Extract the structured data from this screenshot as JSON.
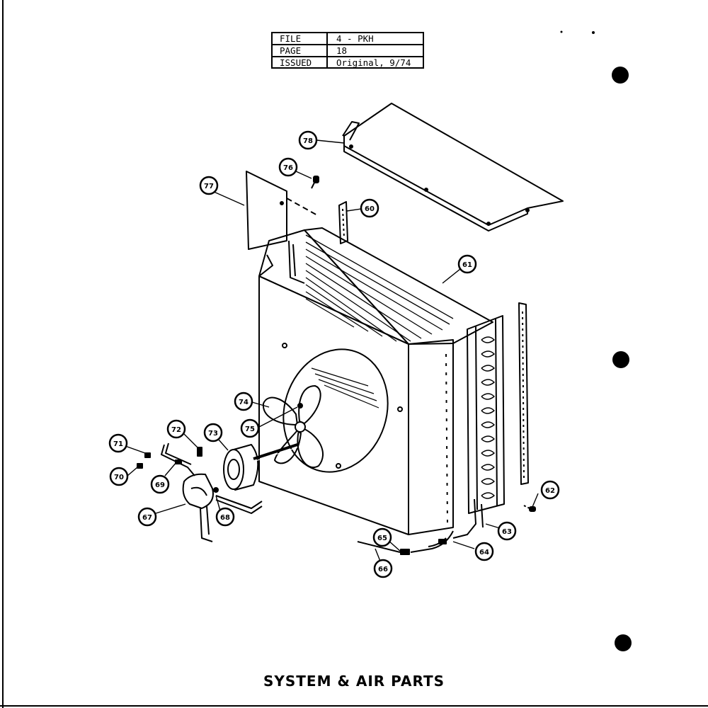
{
  "header": {
    "rows": [
      {
        "key": "FILE",
        "value": "4 - PKH"
      },
      {
        "key": "PAGE",
        "value": "18"
      },
      {
        "key": "ISSUED",
        "value": "Original, 9/74"
      }
    ]
  },
  "title": "SYSTEM & AIR PARTS",
  "callouts": [
    "60",
    "61",
    "62",
    "63",
    "64",
    "65",
    "66",
    "67",
    "68",
    "69",
    "70",
    "71",
    "72",
    "73",
    "74",
    "75",
    "76",
    "77",
    "78"
  ]
}
